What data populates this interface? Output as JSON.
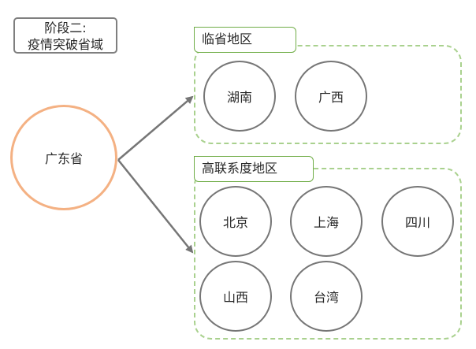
{
  "stage": {
    "line1": "阶段二:",
    "line2": "疫情突破省域"
  },
  "source": "广东省",
  "groups": [
    {
      "label": "临省地区",
      "regions": [
        "湖南",
        "广西"
      ]
    },
    {
      "label": "高联系度地区",
      "regions": [
        "北京",
        "上海",
        "四川",
        "山西",
        "台湾"
      ]
    }
  ]
}
